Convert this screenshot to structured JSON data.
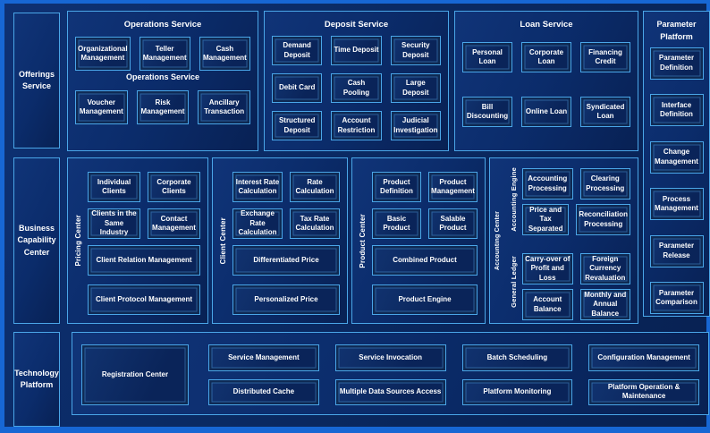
{
  "colors": {
    "frame_border": "#1767d4",
    "background": "#0a2a63",
    "panel_border": "#4aa6e8",
    "box_fill": "#0a2459",
    "text": "#ffffff"
  },
  "left_rail": {
    "offerings": "Offerings Service",
    "business": "Business Capability Center",
    "technology": "Technology Platform"
  },
  "operations": {
    "title": "Operations Service",
    "subtitle": "Operations Service",
    "row1": [
      "Organizational Management",
      "Teller Management",
      "Cash Management"
    ],
    "row2": [
      "Voucher Management",
      "Risk Management",
      "Ancillary Transaction"
    ]
  },
  "deposit": {
    "title": "Deposit Service",
    "row1": [
      "Demand Deposit",
      "Time Deposit",
      "Security Deposit"
    ],
    "row2": [
      "Debit Card",
      "Cash Pooling",
      "Large Deposit"
    ],
    "row3": [
      "Structured Deposit",
      "Account Restriction",
      "Judicial Investigation"
    ]
  },
  "loan": {
    "title": "Loan Service",
    "row1": [
      "Personal Loan",
      "Corporate Loan",
      "Financing Credit"
    ],
    "row2": [
      "Bill Discounting",
      "Online Loan",
      "Syndicated Loan"
    ]
  },
  "parameter_platform": {
    "title": "Parameter Platform",
    "items": [
      "Parameter Definition",
      "Interface Definition",
      "Change Management",
      "Process Management",
      "Parameter Release",
      "Parameter Comparison"
    ]
  },
  "pricing_center": {
    "label": "Pricing Center",
    "small": [
      "Individual Clients",
      "Corporate Clients",
      "Clients in the Same Industry",
      "Contact Management"
    ],
    "wide": [
      "Client Relation Management",
      "Client Protocol Management"
    ]
  },
  "client_center": {
    "label": "Client Center",
    "small": [
      "Interest Rate Calculation",
      "Rate Calculation",
      "Exchange Rate Calculation",
      "Tax Rate Calculation"
    ],
    "wide": [
      "Differentiated Price",
      "Personalized Price"
    ]
  },
  "product_center": {
    "label": "Product Center",
    "small": [
      "Product Definition",
      "Product Management",
      "Basic Product",
      "Salable Product"
    ],
    "wide": [
      "Combined Product",
      "Product Engine"
    ]
  },
  "accounting_center": {
    "label": "Accounting Center",
    "engine": {
      "label": "Accounting Engine",
      "items": [
        "Accounting Processing",
        "Clearing Processing",
        "Price and Tax Separated",
        "Reconciliation Processing"
      ]
    },
    "ledger": {
      "label": "General Ledger",
      "items": [
        "Carry-over of Profit and Loss",
        "Foreign Currency Revaluation",
        "Account Balance",
        "Monthly and Annual Balance"
      ]
    }
  },
  "technology": {
    "registration": "Registration Center",
    "row1": [
      "Service Management",
      "Service Invocation",
      "Batch Scheduling",
      "Configuration Management"
    ],
    "row2": [
      "Distributed Cache",
      "Multiple Data Sources Access",
      "Platform Monitoring",
      "Platform Operation & Maintenance"
    ]
  }
}
